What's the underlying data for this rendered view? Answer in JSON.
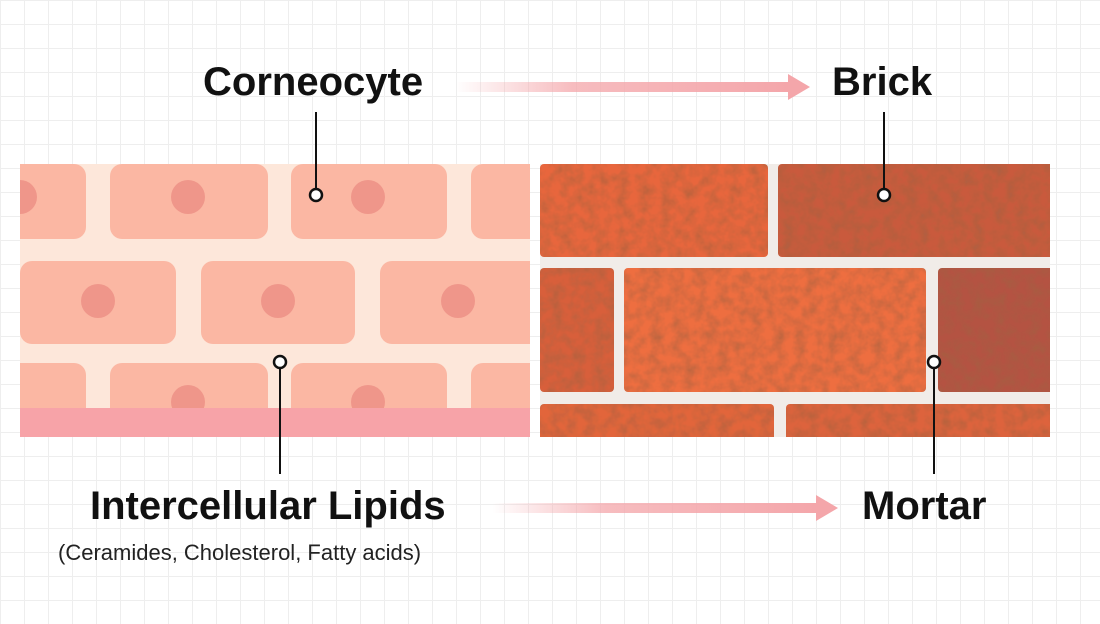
{
  "labels": {
    "corneocyte": "Corneocyte",
    "brick": "Brick",
    "intercellular_lipids": "Intercellular Lipids",
    "lipids_composition": "(Ceramides, Cholesterol, Fatty acids)",
    "mortar": "Mortar"
  },
  "colors": {
    "cell": "#fbb7a3",
    "nucleus": "#ef968a",
    "lipid": "#fde7da",
    "membrane": "#f7a3a8",
    "arrow": "#f4a6aa",
    "brick_primary": "#e8663c",
    "brick_dark": "#c0523a",
    "mortar": "#f1ece8",
    "leader_line": "#111111"
  }
}
